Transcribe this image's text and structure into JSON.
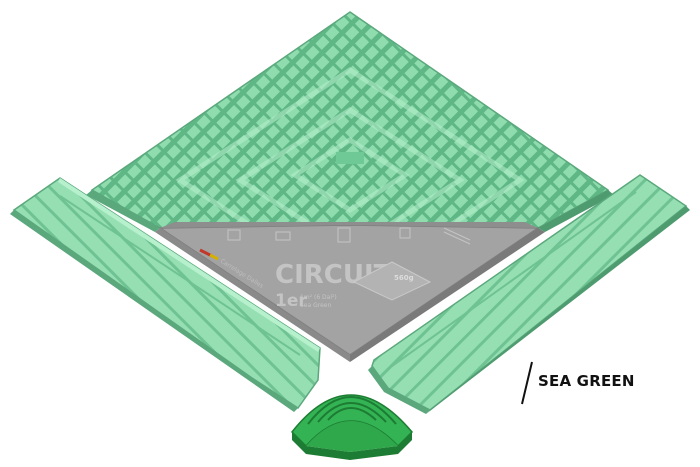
{
  "product": {
    "color_name": "SEA GREEN",
    "print_title": "CIRCUIT",
    "print_subtitle": "1er",
    "print_spec": "1m² (6 Dal²)",
    "print_spec2": "Sea Green",
    "print_weight": "560g",
    "print_footer": "Carrelage Dalles"
  },
  "colors": {
    "tile": "#8fdcae",
    "tile_dark": "#6ebf91",
    "tile_shadow": "#4f9b70",
    "underside": "#9e9e9e",
    "underside_dark": "#7c7c7c",
    "corner": "#2ea84a",
    "corner_dark": "#1d7c33"
  },
  "icons": [
    "tile-grid-icon",
    "interlock-icon",
    "weight-icon"
  ]
}
